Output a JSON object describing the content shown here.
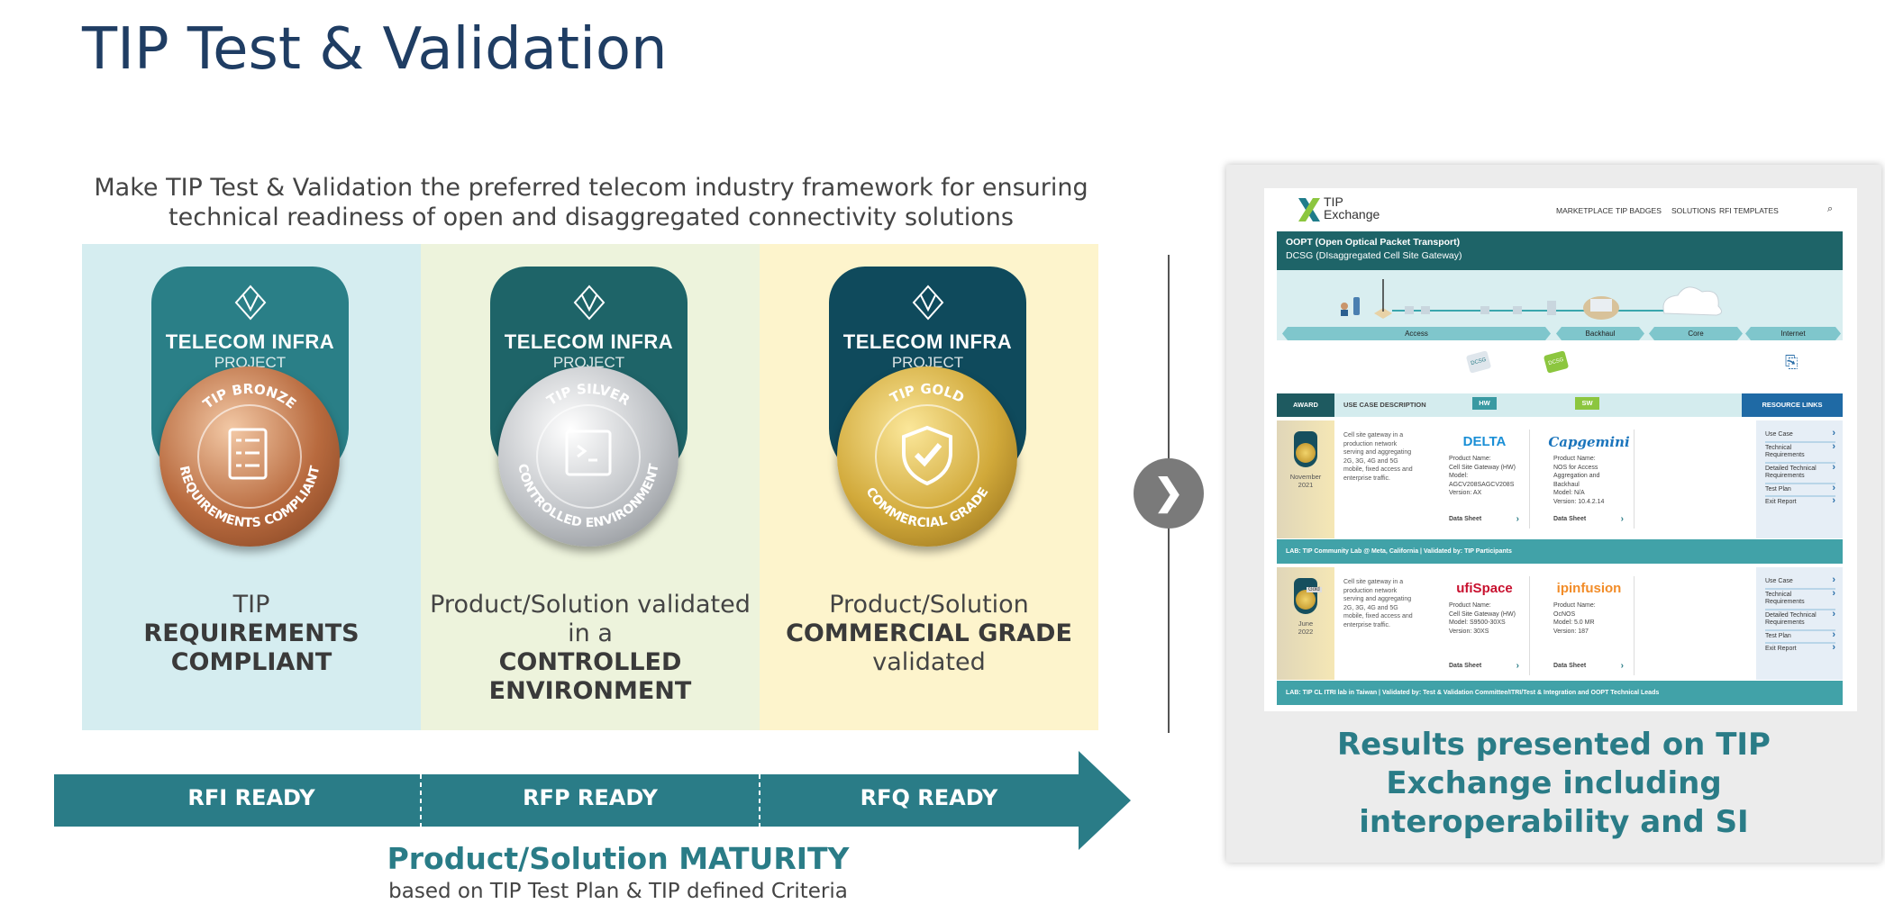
{
  "title": "TIP Test & Validation",
  "subtitle": [
    "Make TIP Test & Validation the preferred telecom industry framework for ensuring",
    "technical readiness of open and disaggregated connectivity solutions"
  ],
  "colors": {
    "title": "#1f3d63",
    "accent_teal": "#2a7c87",
    "bronze_bg": "#d5edf0",
    "silver_bg": "#edf3dc",
    "gold_bg": "#fdf4cc"
  },
  "badges": [
    {
      "org": "TELECOM INFRA",
      "project": "PROJECT",
      "tier": "TIP BRONZE",
      "ring": "REQUIREMENTS COMPLIANT",
      "icon": "checklist-icon",
      "caption": [
        {
          "t": "TIP",
          "b": false
        },
        {
          "t": "REQUIREMENTS",
          "b": true
        },
        {
          "t": "COMPLIANT",
          "b": true
        }
      ]
    },
    {
      "org": "TELECOM INFRA",
      "project": "PROJECT",
      "tier": "TIP SILVER",
      "ring": "CONTROLLED ENVIRONMENT",
      "icon": "chip-terminal-icon",
      "caption": [
        {
          "t": "Product/Solution validated",
          "b": false
        },
        {
          "t": "in a",
          "b": false
        },
        {
          "t": "CONTROLLED",
          "b": true
        },
        {
          "t": "ENVIRONMENT",
          "b": true
        }
      ]
    },
    {
      "org": "TELECOM INFRA",
      "project": "PROJECT",
      "tier": "TIP GOLD",
      "ring": "COMMERCIAL GRADE",
      "icon": "shield-check-icon",
      "caption": [
        {
          "t": "Product/Solution",
          "b": false
        },
        {
          "t": "COMMERCIAL GRADE",
          "b": true
        },
        {
          "t": "validated",
          "b": false
        }
      ]
    }
  ],
  "stages": [
    "RFI READY",
    "RFP READY",
    "RFQ READY"
  ],
  "maturity": {
    "title": "Product/Solution MATURITY",
    "basis": "based on TIP Test Plan & TIP defined Criteria"
  },
  "next_icon": "chevron-right-icon",
  "exchange": {
    "logo": {
      "line1": "TIP",
      "line2": "Exchange"
    },
    "nav": [
      "MARKETPLACE",
      "TIP BADGES",
      "SOLUTIONS",
      "RFI TEMPLATES"
    ],
    "header": {
      "line1": "OOPT (Open Optical Packet Transport)",
      "line2": "DCSG (DIsaggregated Cell Site Gateway)"
    },
    "segments": [
      "Access",
      "Backhaul",
      "Core",
      "Internet"
    ],
    "device_labels": [
      "DCSG",
      "DCSG"
    ],
    "table_head": {
      "award": "AWARD",
      "desc": "USE CASE DESCRIPTION",
      "hw": "HW",
      "sw": "SW",
      "links": "RESOURCE LINKS"
    },
    "rows": [
      {
        "badge_label": "",
        "date": [
          "November",
          "2021"
        ],
        "desc": "Cell site gateway in a production network serving and aggregating 2G, 3G, 4G and 5G mobile, fixed access and enterprise traffic.",
        "hw": {
          "brand": "DELTA",
          "lines": [
            "Product Name:",
            "Cell Site Gateway (HW)",
            "Model:",
            "AGCV208SAGCV208S",
            "Version: AX"
          ],
          "ds": "Data Sheet"
        },
        "sw": {
          "brand": "Capgemini",
          "lines": [
            "Product Name:",
            "NOS for Access",
            "Aggregation and",
            "Backhaul",
            "Model: N/A",
            "Version: 10.4.2.14"
          ],
          "ds": "Data Sheet"
        },
        "links": [
          "Use Case",
          "Technical Requirements",
          "Detailed Technical Requirements",
          "Test Plan",
          "Exit Report"
        ],
        "lab": "LAB: TIP Community Lab @ Meta, California  |  Validated by: TIP Participants"
      },
      {
        "badge_label": "Gold",
        "date": [
          "June",
          "2022"
        ],
        "desc": "Cell site gateway in a production network serving and aggregating 2G, 3G, 4G and 5G mobile, fixed access and enterprise traffic.",
        "hw": {
          "brand": "ufiSpace",
          "lines": [
            "Product Name:",
            "Cell Site Gateway (HW)",
            "Model: S9500-30XS",
            "Version: 30XS"
          ],
          "ds": "Data Sheet"
        },
        "sw": {
          "brand": "ipinfusion",
          "lines": [
            "Product Name:",
            "OcNOS",
            "Model: 5.0 MR",
            "Version: 187"
          ],
          "ds": "Data Sheet"
        },
        "links": [
          "Use Case",
          "Technical Requirements",
          "Detailed Technical Requirements",
          "Test Plan",
          "Exit Report"
        ],
        "lab": "LAB: TIP CL ITRI lab in Taiwan  |  Validated by: Test & Validation Committee/ITRI/Test & Integration and OOPT Technical Leads"
      }
    ]
  },
  "result_caption": [
    "Results presented on TIP",
    "Exchange including",
    "interoperability and SI"
  ]
}
